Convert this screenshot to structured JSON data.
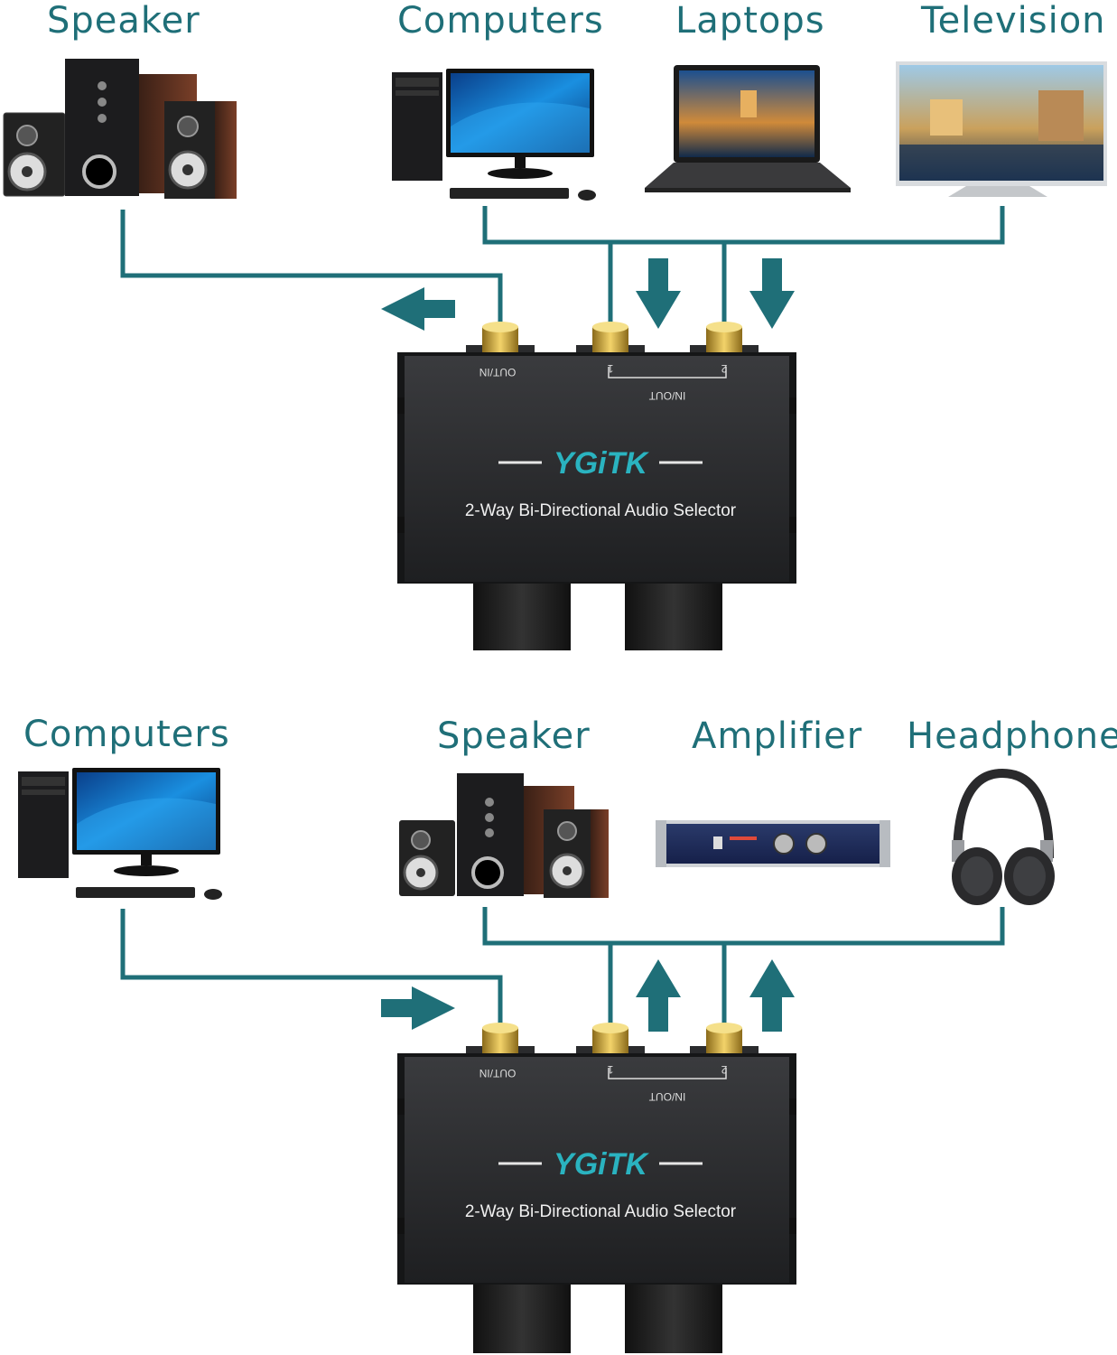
{
  "colors": {
    "teal": "#1f6f78",
    "accent": "#2ab3c0",
    "device": "#2a2b2d"
  },
  "top_diagram": {
    "labels": {
      "speaker": "Speaker",
      "computers": "Computers",
      "laptops": "Laptops",
      "television": "Television"
    },
    "device": {
      "brand": "YGiTK",
      "subtitle": "2-Way Bi-Directional Audio Selector",
      "port_out_in": "OUT/IN",
      "port_1": "1",
      "port_2": "2",
      "port_in_out": "IN/OUT"
    },
    "icons": [
      "speaker-icon",
      "computer-icon",
      "laptop-icon",
      "television-icon"
    ]
  },
  "bottom_diagram": {
    "labels": {
      "computers": "Computers",
      "speaker": "Speaker",
      "amplifier": "Amplifier",
      "headphone": "Headphone"
    },
    "device": {
      "brand": "YGiTK",
      "subtitle": "2-Way Bi-Directional Audio Selector",
      "port_out_in": "OUT/IN",
      "port_1": "1",
      "port_2": "2",
      "port_in_out": "IN/OUT"
    },
    "icons": [
      "computer-icon",
      "speaker-icon",
      "amplifier-icon",
      "headphone-icon"
    ]
  }
}
